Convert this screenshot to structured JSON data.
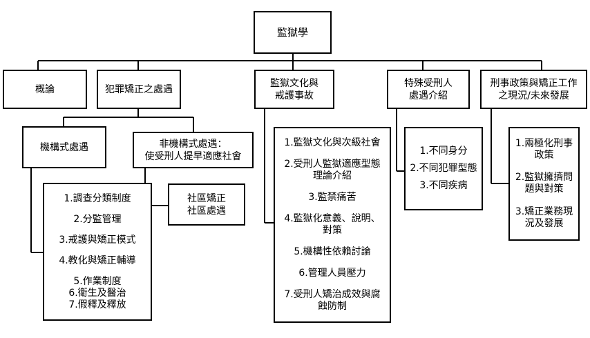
{
  "root": "監獄學",
  "level1": [
    {
      "id": "overview",
      "label": "概論"
    },
    {
      "id": "criminal",
      "label": "犯罪矯正之處遇"
    },
    {
      "id": "culture",
      "label": "監獄文化與\n戒護事故"
    },
    {
      "id": "special",
      "label": "特殊受刑人\n處遇介紹"
    },
    {
      "id": "policy",
      "label": "刑事政策與矯正工作\n之現況/未來發展"
    }
  ],
  "level2": [
    {
      "id": "institutional",
      "label": "機構式處遇"
    },
    {
      "id": "noninstitutional",
      "label": "非機構式處遇：\n使受刑人提早適應社會"
    },
    {
      "id": "community",
      "label": "社區矯正\n社區處遇"
    }
  ],
  "lists": {
    "institutional": [
      "1.調查分類制度",
      "2.分監管理",
      "3.戒護與矯正模式",
      "4.教化與矯正輔導",
      "5.作業制度\n6.衛生及醫治\n7.假釋及釋放"
    ],
    "culture": [
      "1.監獄文化與次級社會",
      "2.受刑人監獄適應型態\n理論介紹",
      "3.監禁痛苦",
      "4.監獄化意義、說明、\n對策",
      "5.機構性依賴討論",
      "6.管理人員壓力",
      "7.受刑人矯治成效與腐\n蝕防制"
    ],
    "special": [
      "1.不同身分",
      "2.不同犯罪型態",
      "3.不同疾病"
    ],
    "policy": [
      "1.兩極化刑事\n政策",
      "2.監獄擁擠問\n題與對策",
      "3.矯正業務現\n況及發展"
    ]
  }
}
